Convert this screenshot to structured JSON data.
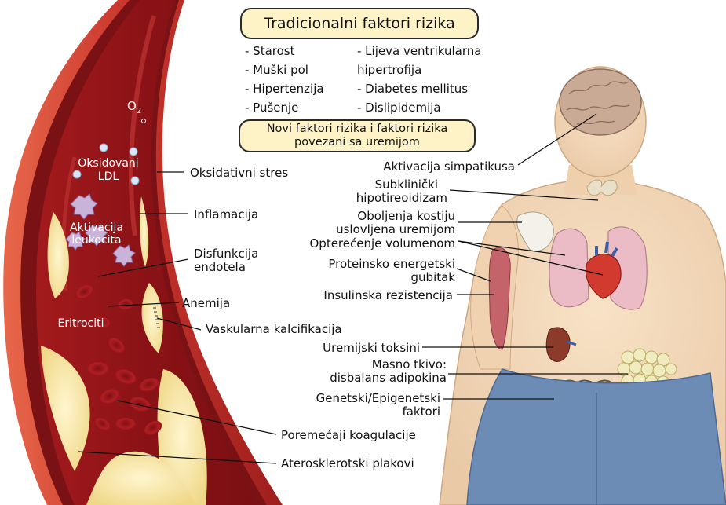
{
  "traditional": {
    "title": "Tradicionalni faktori rizika",
    "left": [
      "- Starost",
      "- Muški pol",
      "- Hipertenzija",
      "- Pušenje"
    ],
    "right": [
      "- Lijeva ventrikularna",
      "hipertrofija",
      "- Diabetes mellitus",
      "- Dislipidemija"
    ]
  },
  "novel": {
    "title_line1": "Novi faktori rizika i faktori rizika",
    "title_line2": "povezani sa uremijom"
  },
  "vessel": {
    "o2_main": "O",
    "o2_sub": "2",
    "ox_ldl_1": "Oksidovani",
    "ox_ldl_2": "LDL",
    "leuko_1": "Aktivacija",
    "leuko_2": "leukocita",
    "erythro": "Eritrociti"
  },
  "left_labels": {
    "oxidative": "Oksidativni stres",
    "inflammation": "Inflamacija",
    "dysfunction_1": "Disfunkcija",
    "dysfunction_2": "endotela",
    "anemia": "Anemija",
    "calcification": "Vaskularna kalcifikacija",
    "coagulation": "Poremećaji koagulacije",
    "plaques": "Aterosklerotski plakovi"
  },
  "body_labels": {
    "sympathetic": "Aktivacija simpatikusa",
    "hypothyroid_1": "Subklinički",
    "hypothyroid_2": "hipotireoidizam",
    "bone_1": "Oboljenja kostiju",
    "bone_2": "uslovljena uremijom",
    "volume": "Opterećenje volumenom",
    "protein_1": "Proteinsko energetski",
    "protein_2": "gubitak",
    "insulin": "Insulinska rezistencija",
    "toxins": "Uremijski toksini",
    "adipose_1": "Masno tkivo:",
    "adipose_2": "disbalans adipokina",
    "genetic_1": "Genetski/Epigenetski",
    "genetic_2": "faktori"
  }
}
